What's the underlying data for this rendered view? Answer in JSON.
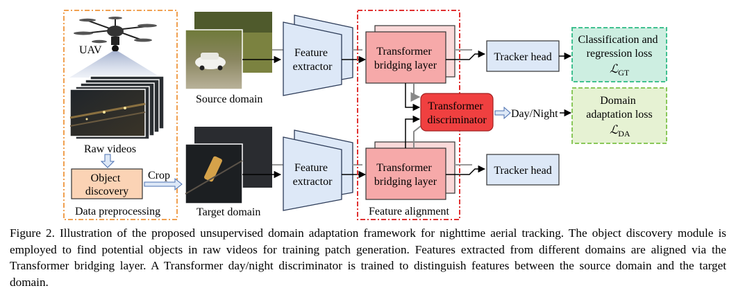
{
  "diagram": {
    "uav_label": "UAV",
    "raw_videos_label": "Raw videos",
    "object_discovery_label": [
      "Object",
      "discovery"
    ],
    "crop_label": "Crop",
    "data_preprocessing_label": "Data preprocessing",
    "source_domain_label": "Source domain",
    "target_domain_label": "Target domain",
    "feature_extractor_label": [
      "Feature",
      "extractor"
    ],
    "bridging_layer_label": [
      "Transformer",
      "bridging layer"
    ],
    "feature_alignment_label": "Feature alignment",
    "discriminator_label": [
      "Transformer",
      "discriminator"
    ],
    "day_night_label": "Day/Night",
    "tracker_head_label": "Tracker head",
    "cls_loss_label": [
      "Classification and",
      "regression loss"
    ],
    "cls_loss_symbol": "ℒ",
    "cls_loss_sub": "GT",
    "da_loss_label": [
      "Domain",
      "adaptation loss"
    ],
    "da_loss_symbol": "ℒ",
    "da_loss_sub": "DA",
    "colors": {
      "preprocess_border": "#f0a050",
      "object_discovery_fill": "#fbd3b5",
      "extractor_fill": "#dde8f7",
      "extractor_stroke": "#2b3a57",
      "bridging_fill": "#f6a9a9",
      "discriminator_fill": "#f04040",
      "alignment_border": "#e03030",
      "tracker_fill": "#dde8f7",
      "cls_loss_fill": "#cdeee1",
      "cls_loss_border": "#40c090",
      "da_loss_fill": "#e6f2d3",
      "da_loss_border": "#8ac85a",
      "arrow_light": "#aac4ea"
    }
  },
  "caption": "Figure 2. Illustration of the proposed unsupervised domain adaptation framework for nighttime aerial tracking. The object discovery module is employed to find potential objects in raw videos for training patch generation. Features extracted from different domains are aligned via the Transformer bridging layer. A Transformer day/night discriminator is trained to distinguish features between the source domain and the target domain."
}
